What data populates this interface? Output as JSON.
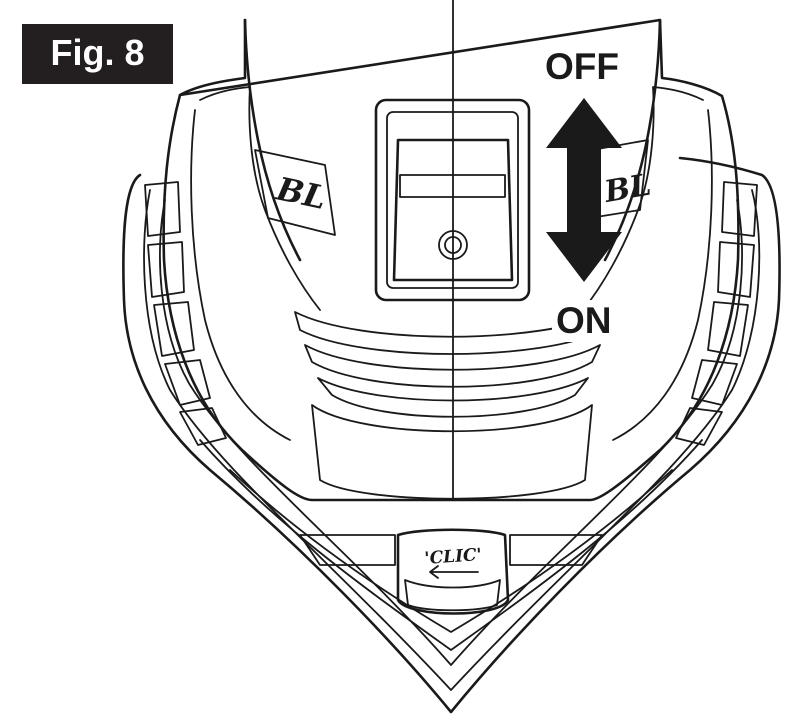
{
  "figure": {
    "label": "Fig. 8",
    "switch_positions": {
      "top": "OFF",
      "bottom": "ON"
    },
    "logos": {
      "left": "BL",
      "right": "BL"
    },
    "clip_badge": "'CLIC'",
    "colors": {
      "line": "#1a1a1a",
      "label_background": "#231f20",
      "label_text": "#ffffff",
      "paper": "#ffffff"
    },
    "icons": {
      "arrow": "double-headed-vertical-arrow"
    }
  }
}
